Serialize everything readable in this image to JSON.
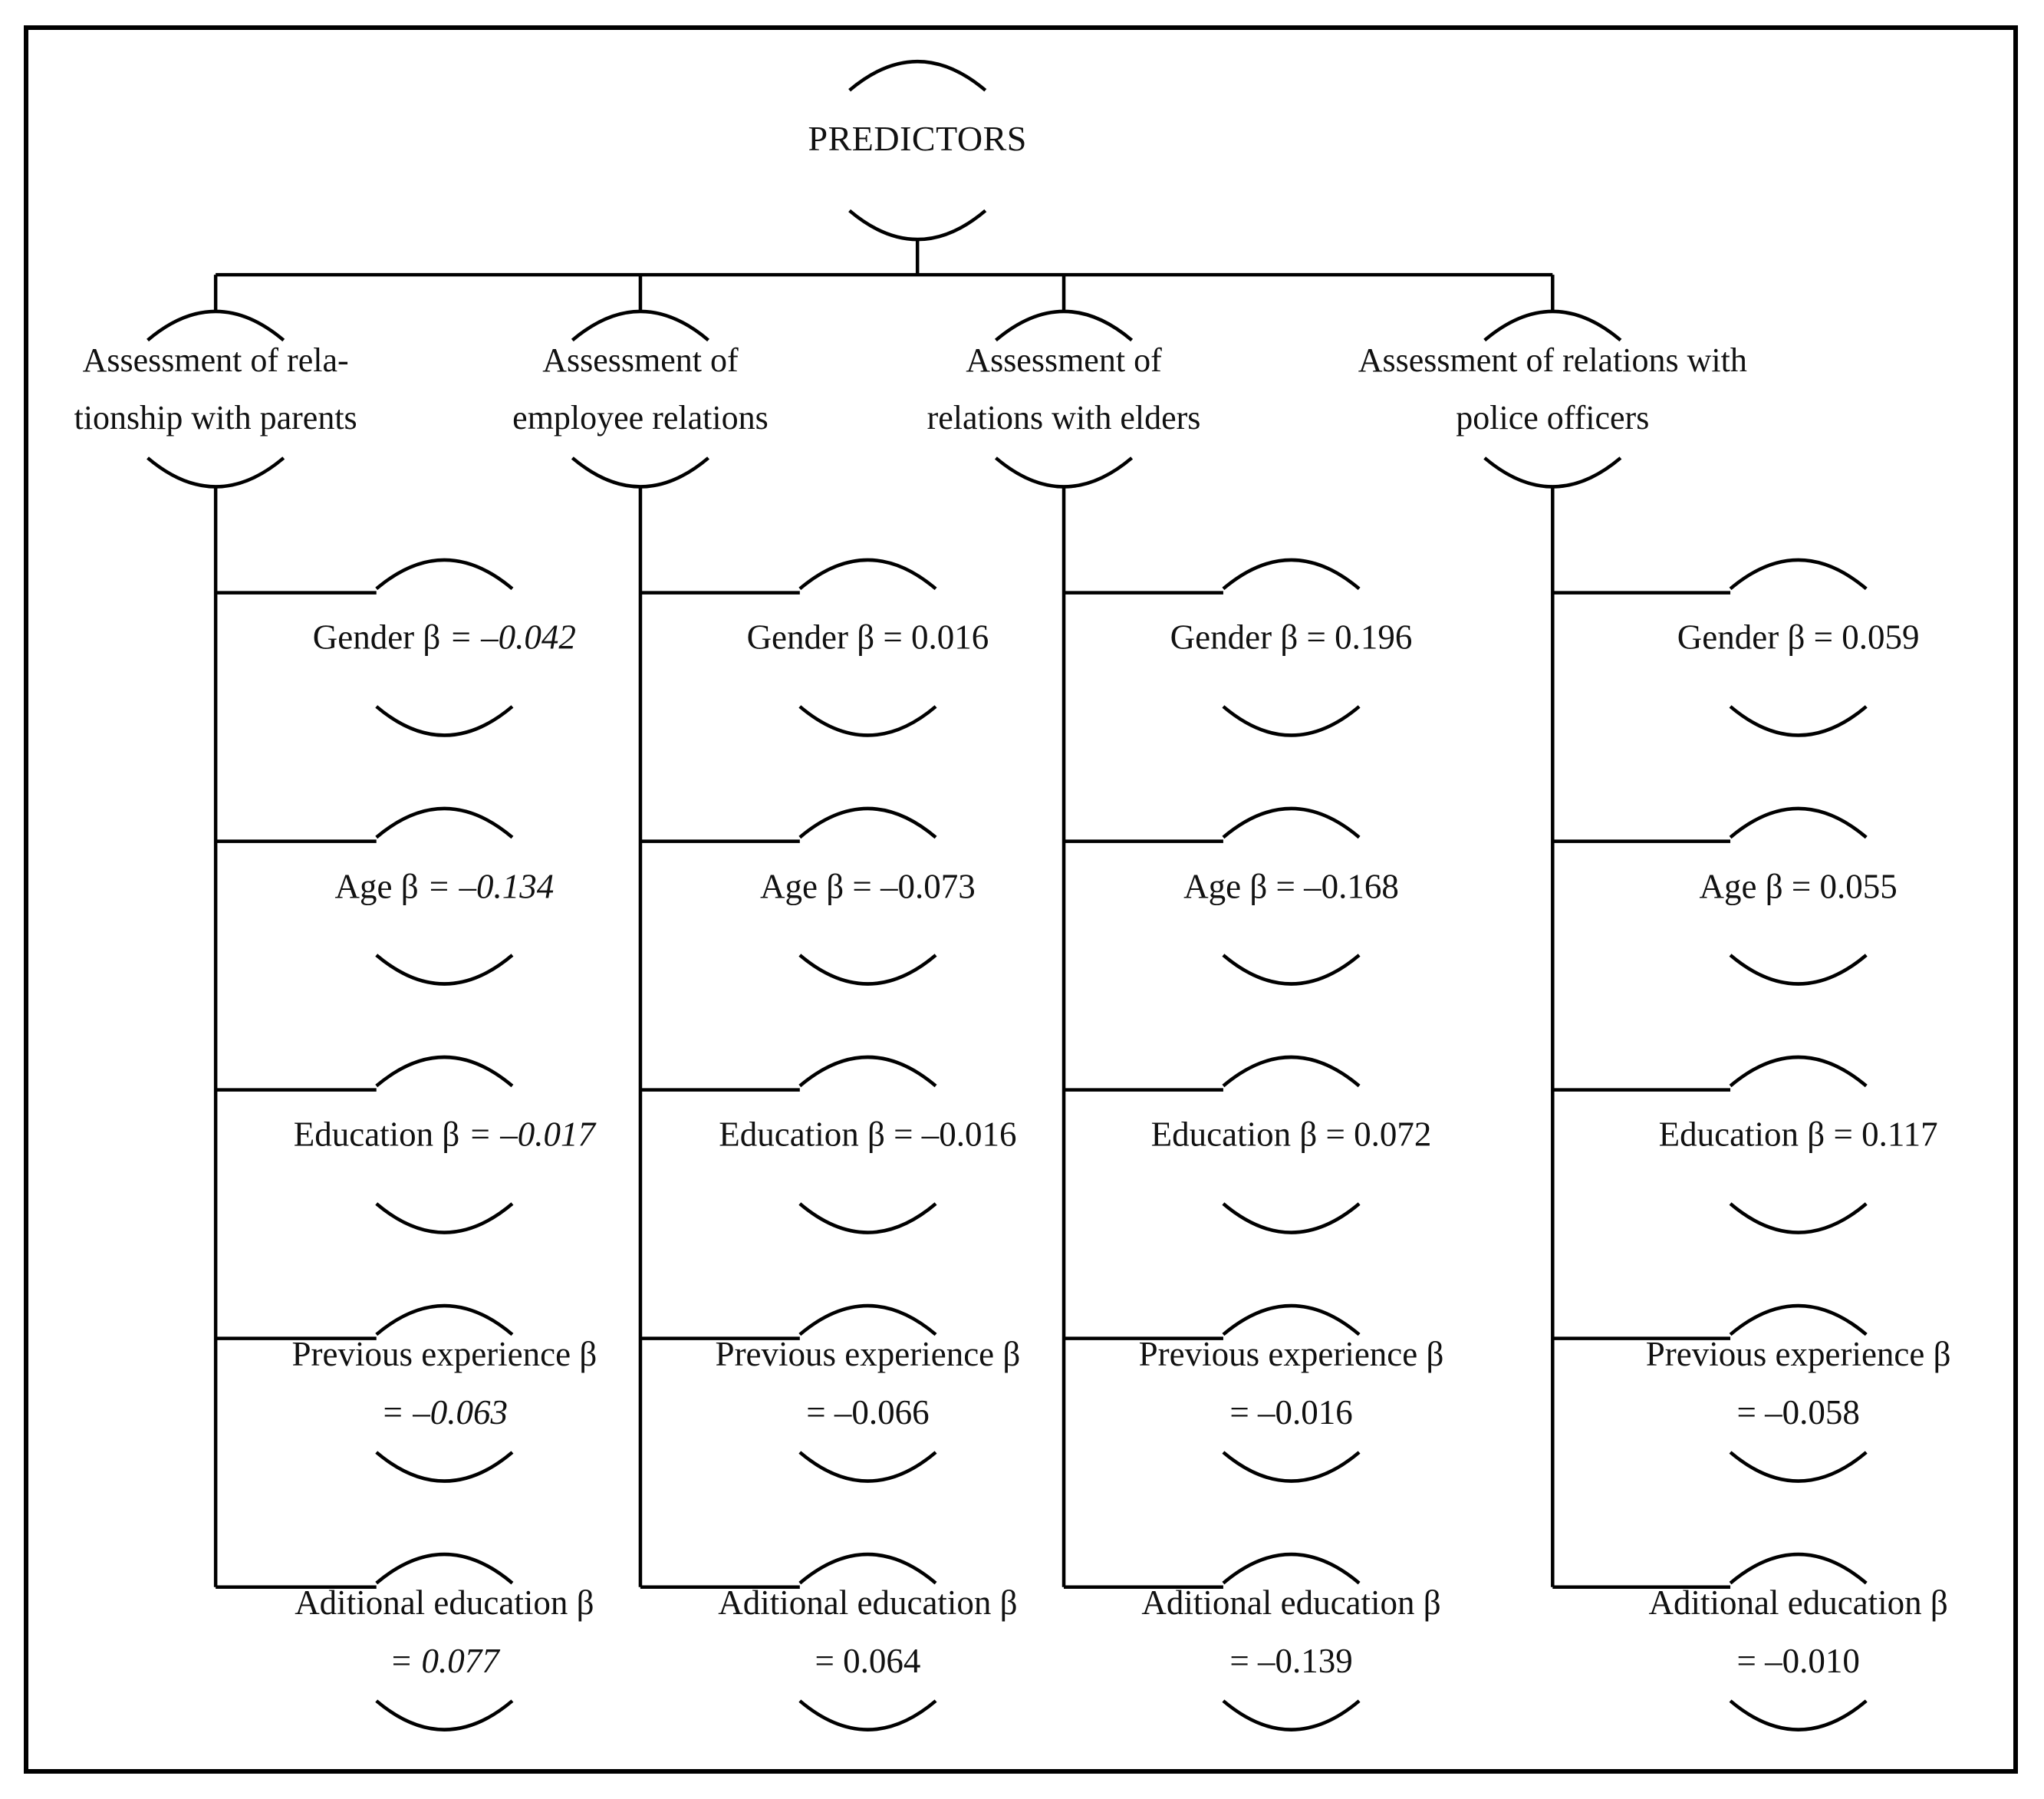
{
  "root": {
    "label": "PREDICTORS"
  },
  "categories": [
    {
      "label_lines": [
        "Assessment of rela-",
        "tionship with parents"
      ],
      "italic_values": true,
      "predictors": [
        {
          "text": "Gender β = –0.042"
        },
        {
          "text": "Age β = –0.134"
        },
        {
          "text": "Education β = –0.017"
        },
        {
          "line1": "Previous experience β",
          "line2": "= –0.063"
        },
        {
          "line1": "Aditional education β",
          "line2": "= 0.077"
        }
      ]
    },
    {
      "label_lines": [
        "Assessment of",
        "employee relations"
      ],
      "italic_values": false,
      "predictors": [
        {
          "text": "Gender β = 0.016"
        },
        {
          "text": "Age β = –0.073"
        },
        {
          "text": "Education β = –0.016"
        },
        {
          "line1": "Previous experience β",
          "line2": "= –0.066"
        },
        {
          "line1": "Aditional education β",
          "line2": "= 0.064"
        }
      ]
    },
    {
      "label_lines": [
        "Assessment of",
        "relations with elders"
      ],
      "italic_values": false,
      "predictors": [
        {
          "text": "Gender β = 0.196"
        },
        {
          "text": "Age β = –0.168"
        },
        {
          "text": "Education β = 0.072"
        },
        {
          "line1": "Previous experience β",
          "line2": "= –0.016"
        },
        {
          "line1": "Aditional education β",
          "line2": "= –0.139"
        }
      ]
    },
    {
      "label_lines": [
        "Assessment of relations with",
        "police officers"
      ],
      "italic_values": false,
      "predictors": [
        {
          "text": "Gender β = 0.059"
        },
        {
          "text": "Age β = 0.055"
        },
        {
          "text": "Education β = 0.117"
        },
        {
          "line1": "Previous experience β",
          "line2": "= –0.058"
        },
        {
          "line1": "Aditional education β",
          "line2": "= –0.010"
        }
      ]
    }
  ]
}
